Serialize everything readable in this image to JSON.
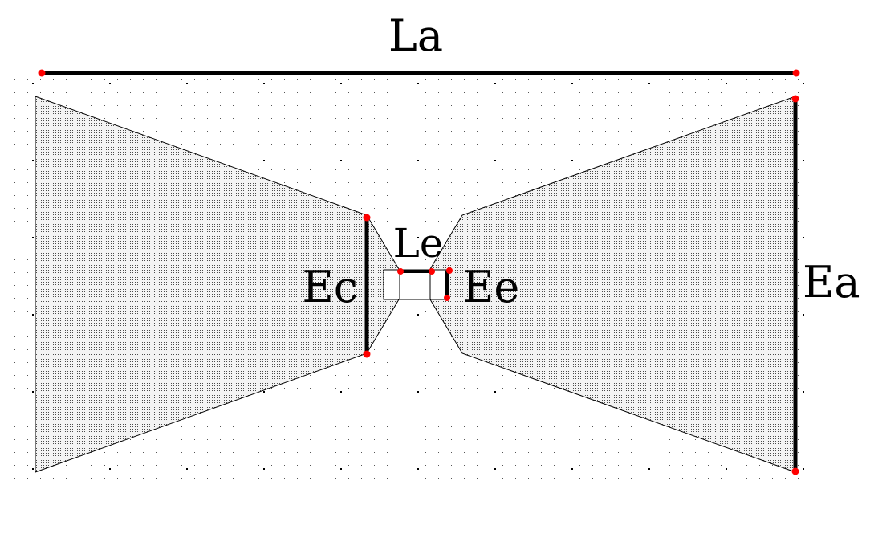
{
  "diagram": {
    "labels": {
      "la": "La",
      "ea": "Ea",
      "ec": "Ec",
      "le": "Le",
      "ee": "Ee"
    },
    "colors": {
      "background": "#ffffff",
      "fill_base": "#f3f3f3",
      "fill_stipple": "#4a4a4a",
      "outline": "#000000",
      "dimension_line": "#000000",
      "endpoint": "#ff0000",
      "grid_dot": "#000000"
    }
  }
}
